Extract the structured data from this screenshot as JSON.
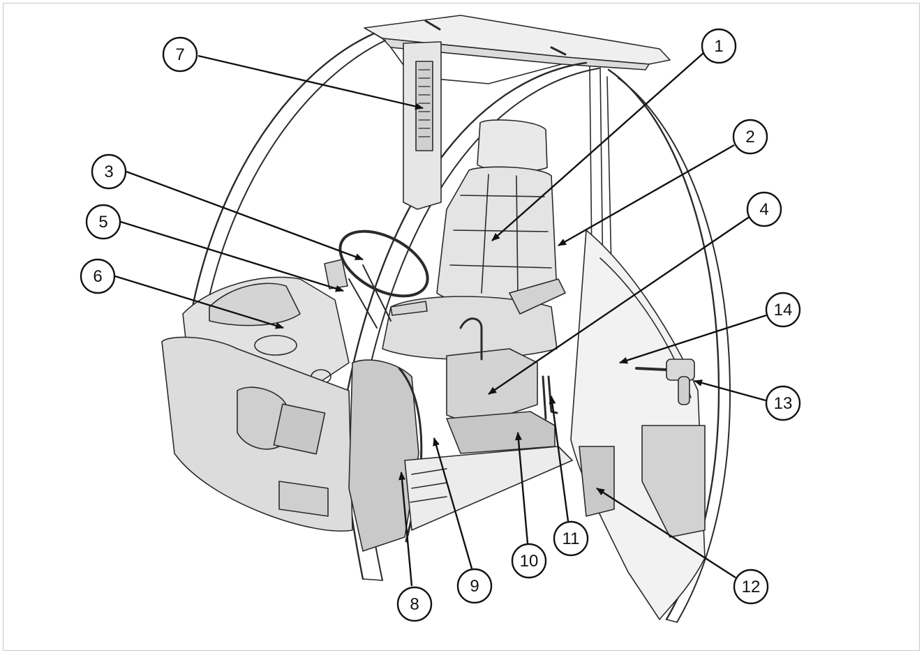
{
  "diagram": {
    "subject": "cab-interior-illustration",
    "colors": {
      "line": "#2a2a2a",
      "panel": "#d9d9d9",
      "panel_dark": "#b8b8b8",
      "glass": "#eeeeee"
    },
    "callouts": [
      {
        "id": "c1",
        "label": "1"
      },
      {
        "id": "c2",
        "label": "2"
      },
      {
        "id": "c3",
        "label": "3"
      },
      {
        "id": "c4",
        "label": "4"
      },
      {
        "id": "c5",
        "label": "5"
      },
      {
        "id": "c6",
        "label": "6"
      },
      {
        "id": "c7",
        "label": "7"
      },
      {
        "id": "c8",
        "label": "8"
      },
      {
        "id": "c9",
        "label": "9"
      },
      {
        "id": "c10",
        "label": "10"
      },
      {
        "id": "c11",
        "label": "11"
      },
      {
        "id": "c12",
        "label": "12"
      },
      {
        "id": "c13",
        "label": "13"
      },
      {
        "id": "c14",
        "label": "14"
      }
    ]
  }
}
